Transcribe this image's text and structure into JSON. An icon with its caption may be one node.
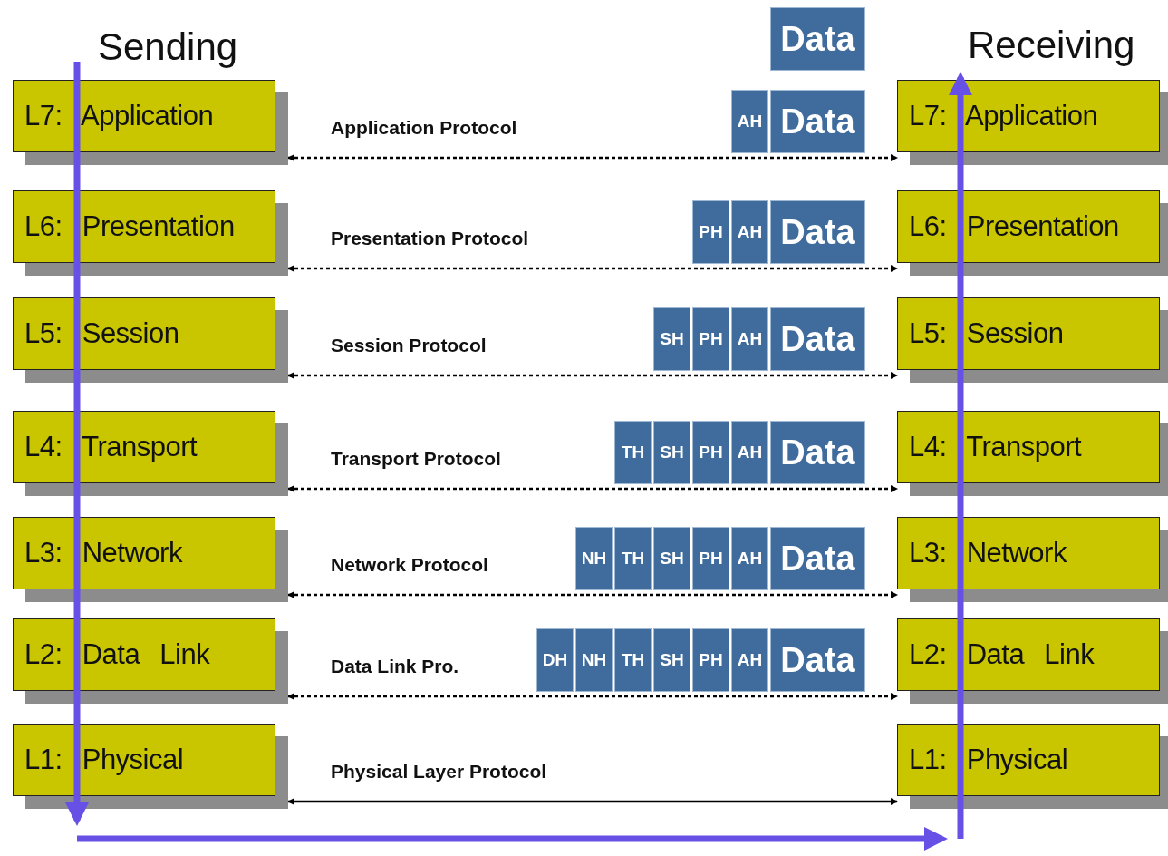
{
  "diagram": {
    "nodes": [
      {
        "text": [
          "L7: Application"
        ]
      },
      {
        "text": [
          "L6: Presentation"
        ]
      },
      {
        "text": [
          "L5: Session"
        ]
      },
      {
        "text": [
          "L4: Transport"
        ]
      },
      {
        "text": [
          "L3: Network"
        ]
      },
      {
        "text": [
          "L2: Data Link"
        ]
      },
      {
        "text": [
          "L1: Physical"
        ]
      },
      {
        "text": [
          "L7: Application"
        ]
      },
      {
        "text": [
          "L6: Presentation"
        ]
      },
      {
        "text": [
          "L5: Session"
        ]
      },
      {
        "text": [
          "L4: Transport"
        ]
      },
      {
        "text": [
          "L3: Network"
        ]
      },
      {
        "text": [
          "L2: Data Link"
        ]
      },
      {
        "text": [
          "L1: Physical"
        ]
      },
      {
        "text": [
          "Data"
        ]
      },
      {
        "text": [
          "AH"
        ]
      },
      {
        "text": [
          "Data"
        ]
      },
      {
        "text": [
          "PH"
        ]
      },
      {
        "text": [
          "AH"
        ]
      },
      {
        "text": [
          "Data"
        ]
      },
      {
        "text": [
          "SH"
        ]
      },
      {
        "text": [
          "PH"
        ]
      },
      {
        "text": [
          "AH"
        ]
      },
      {
        "text": [
          "Data"
        ]
      },
      {
        "text": [
          "TH"
        ]
      },
      {
        "text": [
          "SH"
        ]
      },
      {
        "text": [
          "PH"
        ]
      },
      {
        "text": [
          "AH"
        ]
      },
      {
        "text": [
          "Data"
        ]
      },
      {
        "text": [
          "NH"
        ]
      },
      {
        "text": [
          "TH"
        ]
      },
      {
        "text": [
          "SH"
        ]
      },
      {
        "text": [
          "PH"
        ]
      },
      {
        "text": [
          "AH"
        ]
      },
      {
        "text": [
          "Data"
        ]
      },
      {
        "text": [
          "DH"
        ]
      },
      {
        "text": [
          "NH"
        ]
      },
      {
        "text": [
          "TH"
        ]
      },
      {
        "text": [
          "SH"
        ]
      },
      {
        "text": [
          "PH"
        ]
      },
      {
        "text": [
          "AH"
        ]
      },
      {
        "text": [
          "Data"
        ]
      }
    ],
    "edges": [
      {
        "from": 0,
        "to": 7,
        "arrow": "both",
        "label": "Application Protocol",
        "style": "dashed"
      },
      {
        "from": 1,
        "to": 8,
        "arrow": "both",
        "label": "Presentation Protocol",
        "style": "dashed"
      },
      {
        "from": 2,
        "to": 9,
        "arrow": "both",
        "label": "Session Protocol",
        "style": "dashed"
      },
      {
        "from": 3,
        "to": 10,
        "arrow": "both",
        "label": "Transport Protocol",
        "style": "dashed"
      },
      {
        "from": 4,
        "to": 11,
        "arrow": "both",
        "label": "Network Protocol",
        "style": "dashed"
      },
      {
        "from": 5,
        "to": 12,
        "arrow": "both",
        "label": "Data Link  Pro.",
        "style": "dashed"
      },
      {
        "from": 6,
        "to": 13,
        "arrow": "both",
        "label": "Physical Layer Protocol"
      }
    ],
    "labels": [
      "Sending",
      "Receiving"
    ]
  }
}
